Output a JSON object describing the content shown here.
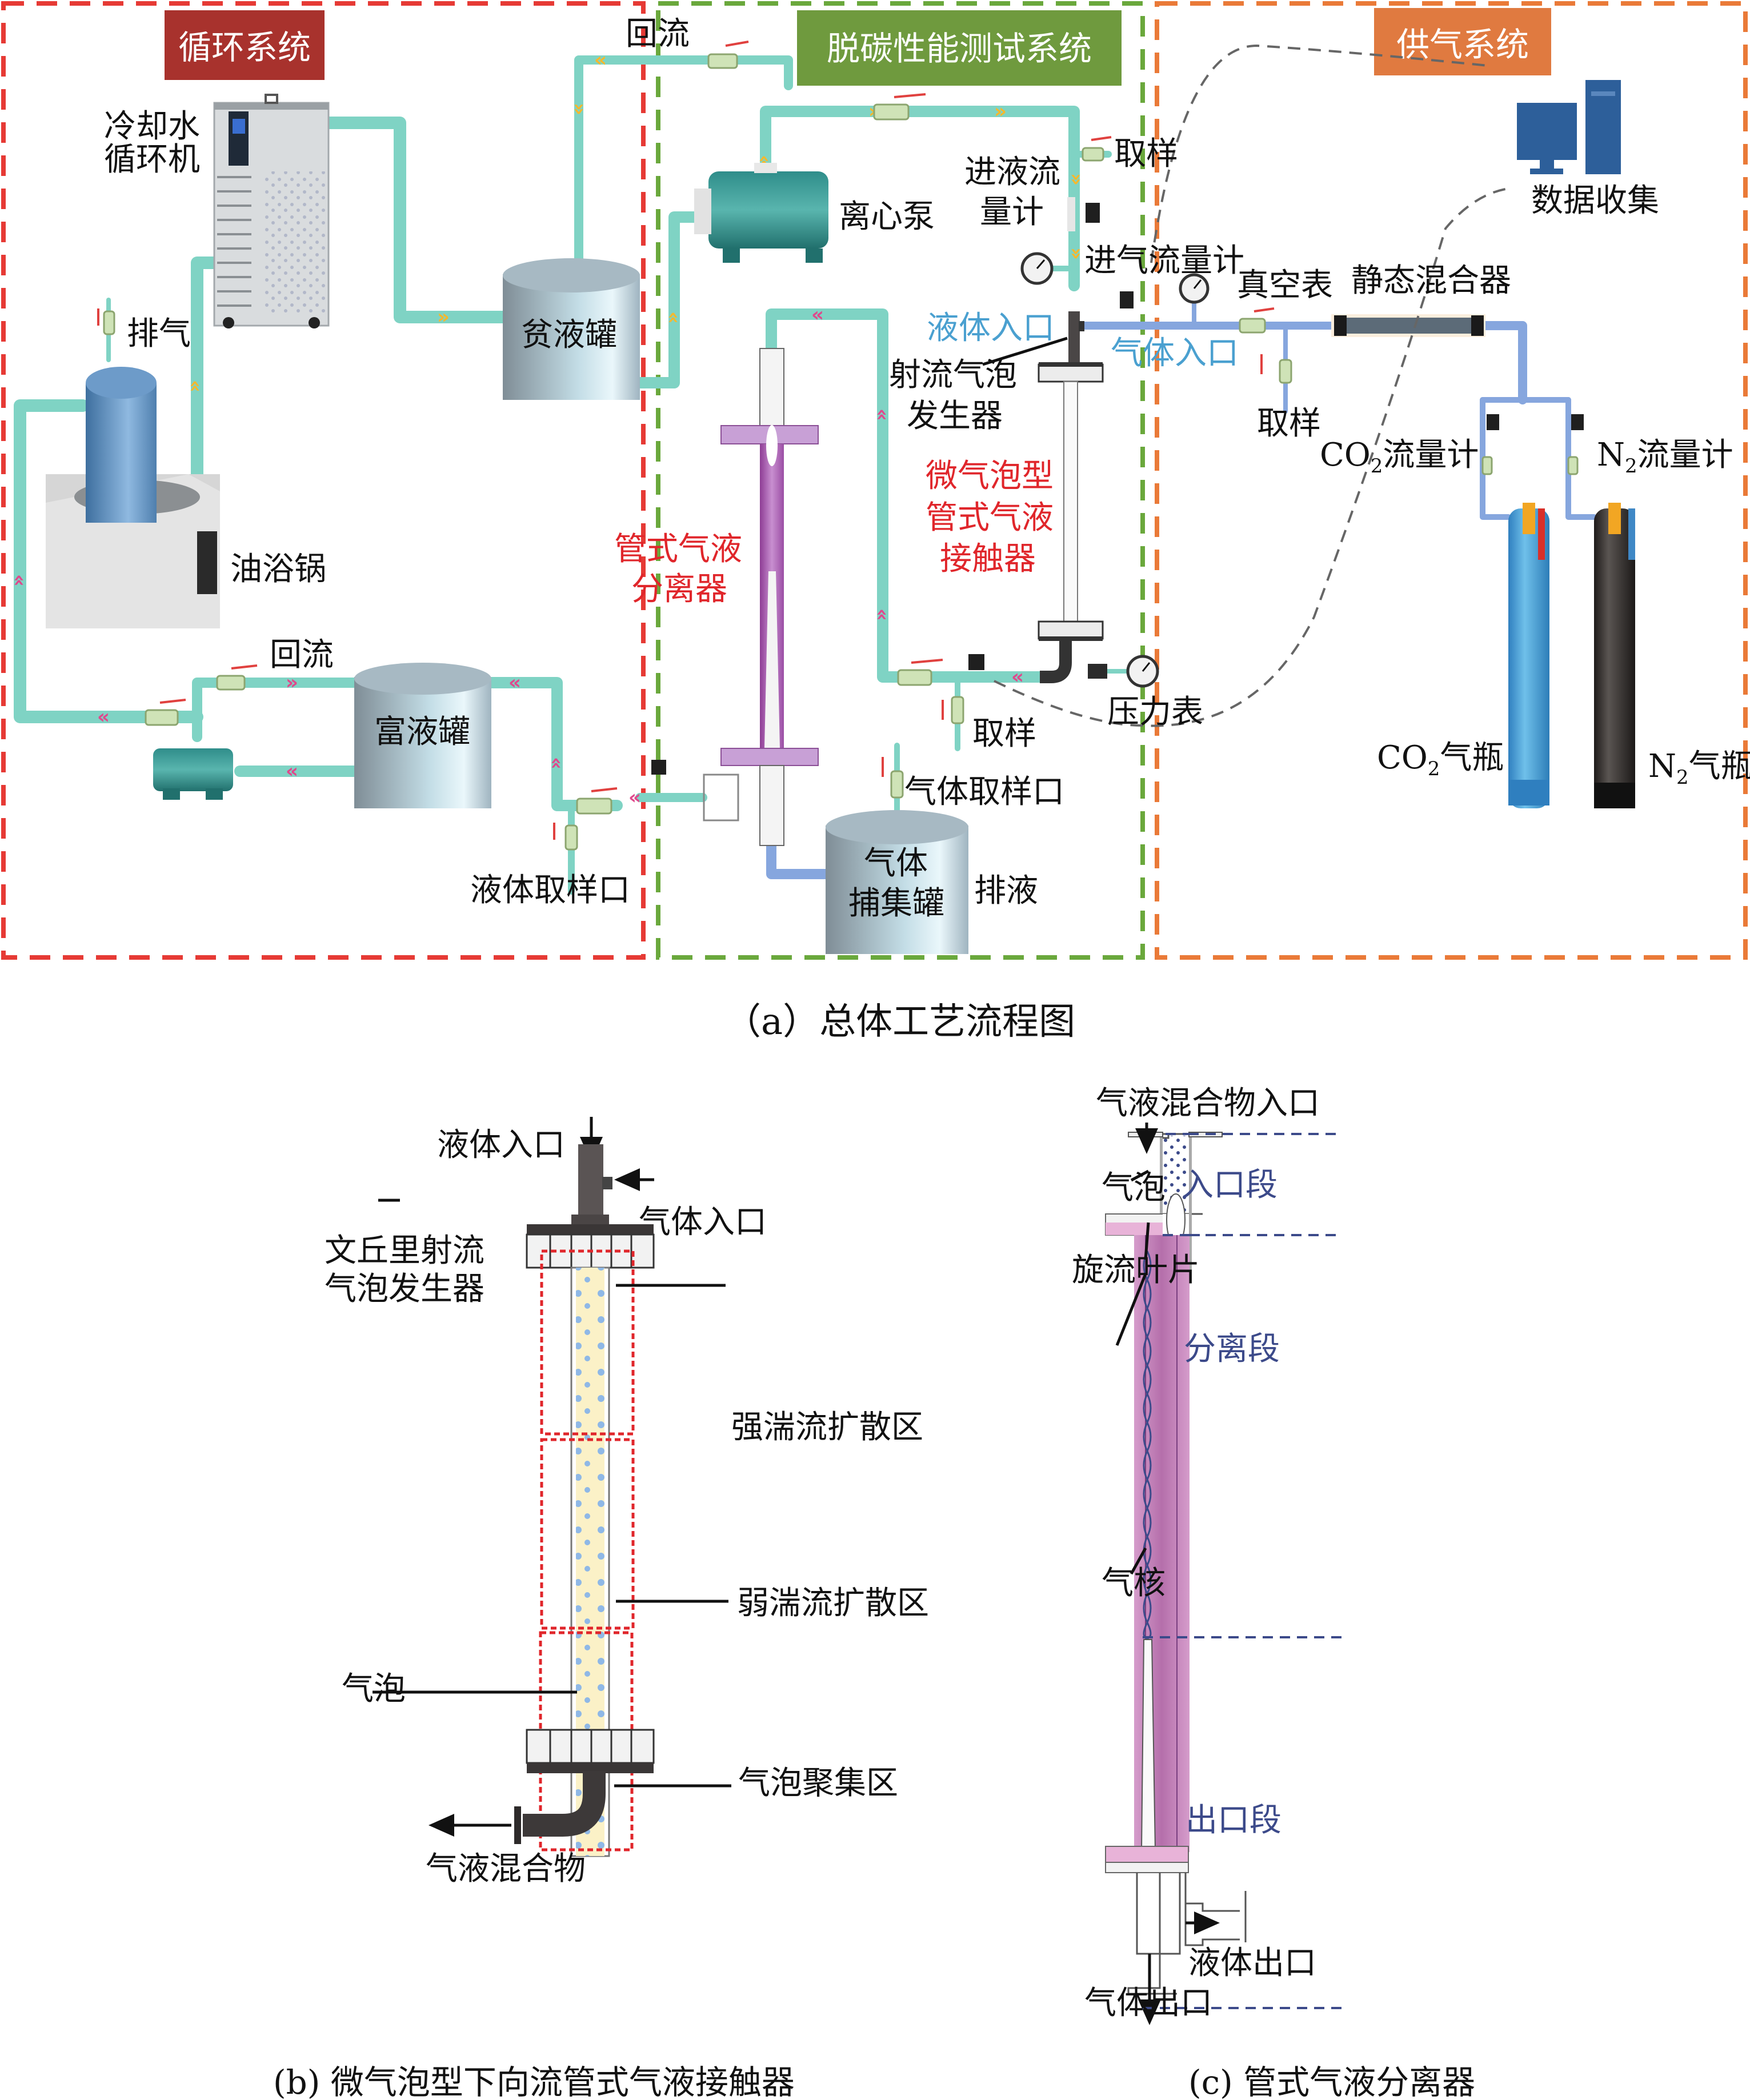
{
  "figure": {
    "colors": {
      "circulation": "#a8322d",
      "test": "#6f9a3e",
      "gas_supply": "#e07a40",
      "liquid_pipe": "#7fd3c4",
      "gas_pipe": "#86a6de",
      "flow_arrow_yellow": "#f5b82e",
      "flow_arrow_pink": "#e0488c",
      "separator_purple": "#b06ab8",
      "label_red": "#e0262b",
      "label_blue": "#4aa0d0",
      "label_navy": "#3c4a8a"
    },
    "panel_a": {
      "caption": "（a）总体工艺流程图",
      "zones": {
        "circulation": "循环系统",
        "test": "脱碳性能测试系统",
        "gas_supply": "供气系统"
      },
      "labels": {
        "chiller": [
          "冷却水",
          "循环机"
        ],
        "vent": "排气",
        "oil_bath": "油浴锅",
        "lean_tank": "贫液罐",
        "reflux_top": "回流",
        "reflux_bottom": "回流",
        "rich_tank": "富液罐",
        "liquid_sampling_port": "液体取样口",
        "centrifugal_pump": "离心泵",
        "liquid_flowmeter": [
          "进液流",
          "量计"
        ],
        "sampling_top": "取样",
        "gas_flowmeter": "进气流量计",
        "liquid_inlet": "液体入口",
        "gas_inlet": "气体入口",
        "jet_generator": [
          "射流气泡",
          "发生器"
        ],
        "contactor": [
          "微气泡型",
          "管式气液",
          "接触器"
        ],
        "separator": [
          "管式气液",
          "分离器"
        ],
        "sampling_mid": "取样",
        "pressure_gauge": "压力表",
        "gas_sampling_port": "气体取样口",
        "gas_trap_tank": [
          "气体",
          "捕集罐"
        ],
        "drain": "排液",
        "vacuum_gauge": "真空表",
        "static_mixer": "静态混合器",
        "sampling_gas": "取样",
        "co2_flowmeter": {
          "prefix": "CO",
          "sub": "2",
          "suffix": "流量计"
        },
        "n2_flowmeter": {
          "prefix": "N",
          "sub": "2",
          "suffix": "流量计"
        },
        "co2_cylinder": {
          "prefix": "CO",
          "sub": "2",
          "suffix": "气瓶"
        },
        "n2_cylinder": {
          "prefix": "N",
          "sub": "2",
          "suffix": "气瓶"
        },
        "data_collection": "数据收集"
      }
    },
    "panel_b": {
      "caption": "(b) 微气泡型下向流管式气液接触器",
      "labels": {
        "liquid_inlet": "液体入口",
        "gas_inlet": "气体入口",
        "venturi": [
          "文丘里射流",
          "气泡发生器"
        ],
        "strong_zone": "强湍流扩散区",
        "weak_zone": "弱湍流扩散区",
        "bubble": "气泡",
        "gather_zone": "气泡聚集区",
        "mixture_out": "气液混合物"
      }
    },
    "panel_c": {
      "caption": "(c) 管式气液分离器",
      "labels": {
        "mixture_in": "气液混合物入口",
        "bubble": "气泡",
        "inlet_section": "入口段",
        "swirl_vane": "旋流叶片",
        "separation_section": "分离段",
        "gas_core": "气核",
        "outlet_section": "出口段",
        "liquid_outlet": "液体出口",
        "gas_outlet": "气体出口"
      }
    }
  }
}
